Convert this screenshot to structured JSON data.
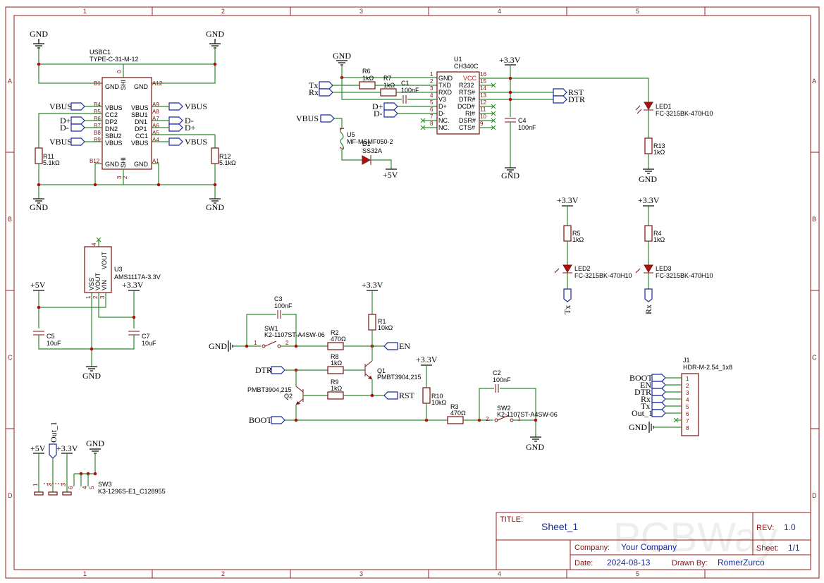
{
  "zones": {
    "columns": [
      "1",
      "2",
      "3",
      "4",
      "5"
    ],
    "rows": [
      "A",
      "B",
      "C",
      "D"
    ]
  },
  "title_block": {
    "title_label": "TITLE:",
    "title": "Sheet_1",
    "rev_label": "REV:",
    "rev": "1.0",
    "company_label": "Company:",
    "company": "Your Company",
    "sheet_label": "Sheet:",
    "sheet": "1/1",
    "date_label": "Date:",
    "date": "2024-08-13",
    "drawn_label": "Drawn By:",
    "drawn_by": "RomerZurco",
    "watermark": "PCBWay"
  },
  "nets": {
    "gnd": "GND",
    "vbus": "VBUS",
    "dplus": "D+",
    "dminus": "D-",
    "v33": "+3.3V",
    "v5": "+5V",
    "tx": "Tx",
    "rx": "Rx",
    "rst": "RST",
    "dtr": "DTR",
    "en": "EN",
    "boot": "BOOT",
    "out1": "Out_1"
  },
  "usb": {
    "ref": "USBC1",
    "part": "TYPE-C-31-M-12",
    "left_pins": [
      {
        "num": "B1",
        "name": "GND"
      },
      {
        "num": "B4",
        "name": "VBUS"
      },
      {
        "num": "B5",
        "name": "CC2"
      },
      {
        "num": "B6",
        "name": "DP2"
      },
      {
        "num": "B7",
        "name": "DN2"
      },
      {
        "num": "B8",
        "name": "SBU2"
      },
      {
        "num": "B9",
        "name": "VBUS"
      },
      {
        "num": "B12",
        "name": "GND"
      }
    ],
    "right_pins": [
      {
        "num": "A12",
        "name": "GND"
      },
      {
        "num": "A9",
        "name": "VBUS"
      },
      {
        "num": "A8",
        "name": "SBU1"
      },
      {
        "num": "A7",
        "name": "DN1"
      },
      {
        "num": "A6",
        "name": "DP1"
      },
      {
        "num": "A5",
        "name": "CC1"
      },
      {
        "num": "A4",
        "name": "VBUS"
      },
      {
        "num": "A1",
        "name": "GND"
      }
    ],
    "shield_label": "SHI",
    "shield_nums": [
      "0",
      "3",
      "2"
    ]
  },
  "ch340": {
    "ref": "U1",
    "part": "CH340C",
    "left_pins": [
      {
        "num": "1",
        "name": "GND"
      },
      {
        "num": "2",
        "name": "TXD"
      },
      {
        "num": "3",
        "name": "RXD"
      },
      {
        "num": "4",
        "name": "V3"
      },
      {
        "num": "5",
        "name": "D+"
      },
      {
        "num": "6",
        "name": "D-"
      },
      {
        "num": "7",
        "name": "NC."
      },
      {
        "num": "8",
        "name": "NC."
      }
    ],
    "right_pins": [
      {
        "num": "16",
        "name": "VCC"
      },
      {
        "num": "15",
        "name": "R232"
      },
      {
        "num": "14",
        "name": "RTS#"
      },
      {
        "num": "13",
        "name": "DTR#"
      },
      {
        "num": "12",
        "name": "DCD#"
      },
      {
        "num": "11",
        "name": "RI#"
      },
      {
        "num": "10",
        "name": "DSR#"
      },
      {
        "num": "9",
        "name": "CTS#"
      }
    ]
  },
  "reg": {
    "ref": "U3",
    "part": "AMS1117A-3.3V",
    "pins": [
      {
        "num": "1",
        "name": "VSS"
      },
      {
        "num": "2",
        "name": "VOUT"
      },
      {
        "num": "3",
        "name": "VIN"
      },
      {
        "num": "4",
        "name": "VOUT"
      }
    ]
  },
  "parts": {
    "r6": {
      "ref": "R6",
      "val": "1kΩ"
    },
    "r7": {
      "ref": "R7",
      "val": "1kΩ"
    },
    "c1": {
      "ref": "C1",
      "val": "100nF"
    },
    "c4": {
      "ref": "C4",
      "val": "100nF"
    },
    "u5": {
      "ref": "U5",
      "val": "MF-MSMF050-2"
    },
    "d1": {
      "ref": "D1",
      "val": "SS32A"
    },
    "led1": {
      "ref": "LED1",
      "val": "FC-3215BK-470H10"
    },
    "r13": {
      "ref": "R13",
      "val": "1kΩ"
    },
    "r11": {
      "ref": "R11",
      "val": "5.1kΩ"
    },
    "r12": {
      "ref": "R12",
      "val": "5.1kΩ"
    },
    "r5": {
      "ref": "R5",
      "val": "1kΩ"
    },
    "led2": {
      "ref": "LED2",
      "val": "FC-3215BK-470H10"
    },
    "r4": {
      "ref": "R4",
      "val": "1kΩ"
    },
    "led3": {
      "ref": "LED3",
      "val": "FC-3215BK-470H10"
    },
    "c5": {
      "ref": "C5",
      "val": "10uF"
    },
    "c7": {
      "ref": "C7",
      "val": "10uF"
    },
    "c3": {
      "ref": "C3",
      "val": "100nF"
    },
    "sw1": {
      "ref": "SW1",
      "val": "K2-1107ST-A4SW-06"
    },
    "r2": {
      "ref": "R2",
      "val": "470Ω"
    },
    "r1": {
      "ref": "R1",
      "val": "10kΩ"
    },
    "r8": {
      "ref": "R8",
      "val": "1kΩ"
    },
    "q1": {
      "ref": "Q1",
      "val": "PMBT3904,215"
    },
    "q2": {
      "ref": "Q2",
      "val": "PMBT3904,215"
    },
    "r9": {
      "ref": "R9",
      "val": "1kΩ"
    },
    "r10": {
      "ref": "R10",
      "val": "10kΩ"
    },
    "r3": {
      "ref": "R3",
      "val": "470Ω"
    },
    "c2": {
      "ref": "C2",
      "val": "100nF"
    },
    "sw2": {
      "ref": "SW2",
      "val": "K2-1107ST-A4SW-06"
    },
    "sw3": {
      "ref": "SW3",
      "val": "K3-1296S-E1_C128955"
    },
    "j1": {
      "ref": "J1",
      "val": "HDR-M-2.54_1x8"
    }
  },
  "pin_numbers": {
    "one": "1",
    "two": "2",
    "three": "3",
    "four": "4",
    "five": "5",
    "six": "6",
    "seven": "7",
    "eight": "8"
  },
  "header_pins": [
    "BOOT",
    "EN",
    "DTR",
    "Rx",
    "Tx",
    "Out_1",
    "",
    "GND"
  ]
}
